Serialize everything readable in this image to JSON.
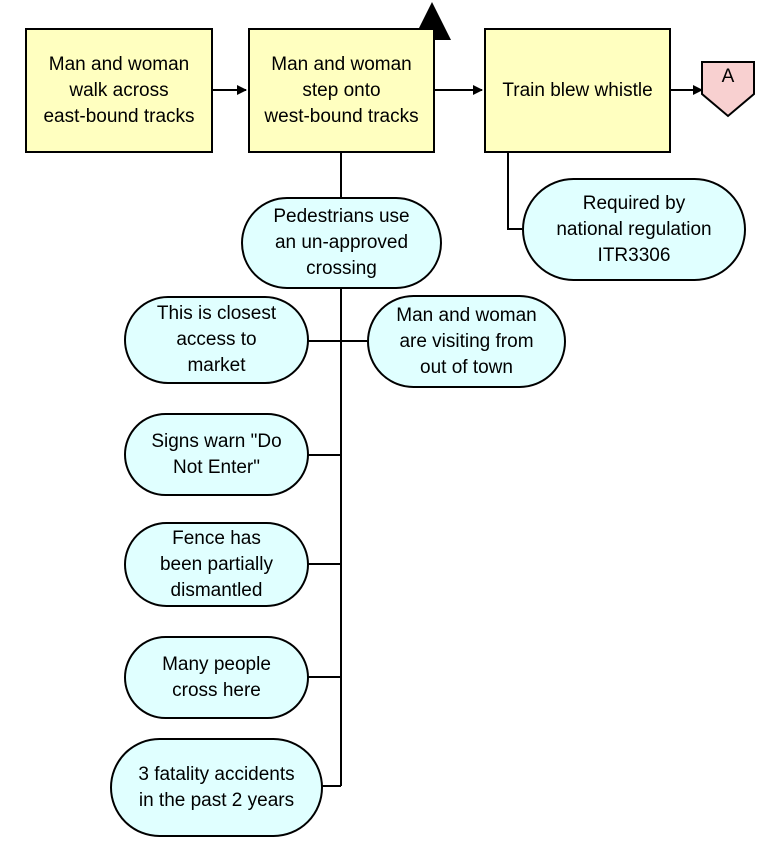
{
  "events": [
    {
      "id": "e1",
      "label": "Man and woman\nwalk across\neast-bound tracks"
    },
    {
      "id": "e2",
      "label": "Man and woman\nstep onto\nwest-bound tracks"
    },
    {
      "id": "e3",
      "label": "Train blew whistle"
    }
  ],
  "connector": {
    "label": "A",
    "color": "#f8d0d0"
  },
  "conditions": [
    {
      "id": "c1",
      "label": "Pedestrians use\nan un-approved\ncrossing"
    },
    {
      "id": "c2",
      "label": "Required by\nnational regulation\nITR3306"
    },
    {
      "id": "c3",
      "label": "This is closest\naccess to\nmarket"
    },
    {
      "id": "c4",
      "label": "Man and woman\nare visiting from\nout of town"
    },
    {
      "id": "c5",
      "label": "Signs warn \"Do\nNot Enter\""
    },
    {
      "id": "c6",
      "label": "Fence has\nbeen partially\ndismantled"
    },
    {
      "id": "c7",
      "label": "Many people\ncross here"
    },
    {
      "id": "c8",
      "label": "3 fatality accidents\nin the past 2 years"
    }
  ],
  "colors": {
    "event": "#ffffc0",
    "condition": "#e0ffff",
    "line": "#000000"
  }
}
